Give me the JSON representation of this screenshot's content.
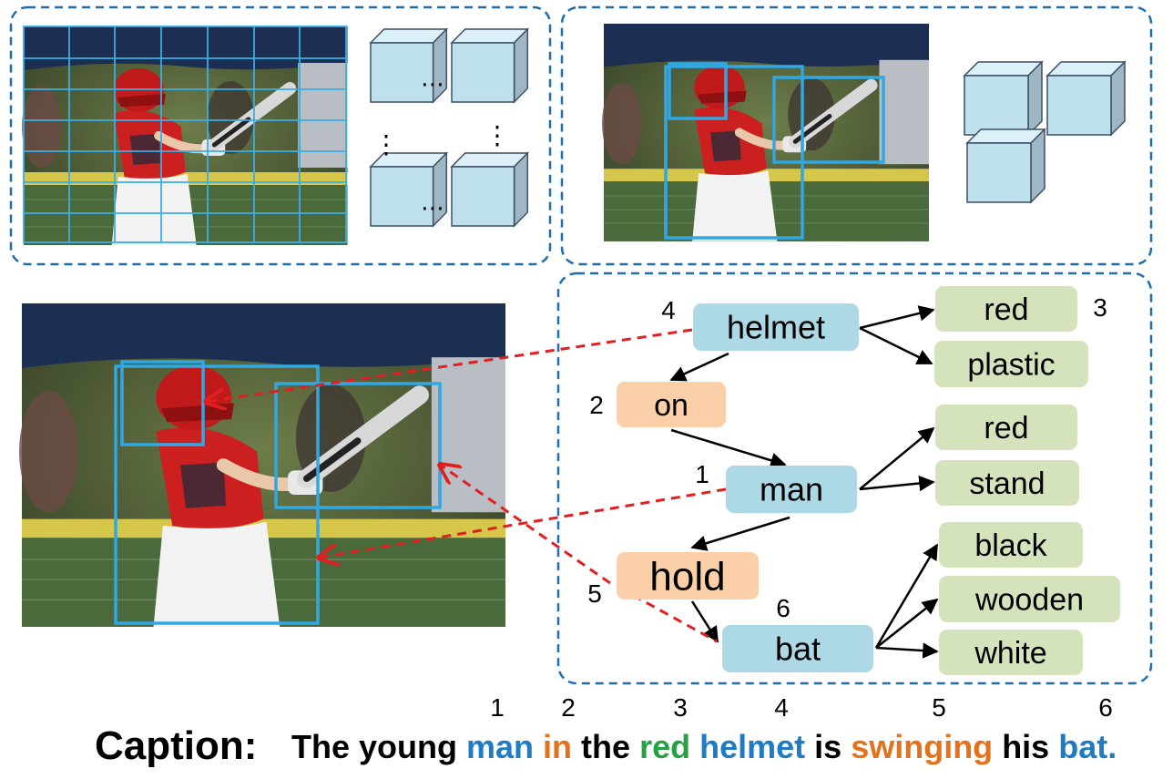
{
  "colors": {
    "panel_border": "#1f6fb0",
    "grid_line": "#3aaee6",
    "box_line": "#2fa8e4",
    "object_node": "#add8e6",
    "relation_node": "#fbcfa8",
    "attribute_node": "#d5e3bd",
    "cube_face": "#bfe1ee",
    "cube_edge": "#3c4e66",
    "dashed_arrow": "#e02020",
    "caption_blue": "#1f7cc4",
    "caption_orange": "#e2731c",
    "caption_green": "#27a143"
  },
  "graph": {
    "objects": [
      {
        "id": "helmet",
        "label": "helmet",
        "index": "4"
      },
      {
        "id": "man",
        "label": "man",
        "index": "1"
      },
      {
        "id": "bat",
        "label": "bat",
        "index": "6"
      }
    ],
    "relations": [
      {
        "id": "on",
        "label": "on",
        "index": "2"
      },
      {
        "id": "hold",
        "label": "hold",
        "index": "5"
      }
    ],
    "attributes": [
      {
        "id": "helmet_red",
        "label": "red",
        "index": "3"
      },
      {
        "id": "helmet_plastic",
        "label": "plastic"
      },
      {
        "id": "man_red",
        "label": "red"
      },
      {
        "id": "man_stand",
        "label": "stand"
      },
      {
        "id": "bat_black",
        "label": "black"
      },
      {
        "id": "bat_wooden",
        "label": "wooden"
      },
      {
        "id": "bat_white",
        "label": "white"
      }
    ],
    "ellipsis": "⋯",
    "vellipsis": "⋮"
  },
  "caption": {
    "label": "Caption:",
    "segments": [
      {
        "text": "The young ",
        "color": "#000000"
      },
      {
        "text": "man",
        "color": "#1f7cc4",
        "index": "1"
      },
      {
        "text": " ",
        "color": "#000000"
      },
      {
        "text": "in",
        "color": "#e2731c",
        "index": "2"
      },
      {
        "text": " the ",
        "color": "#000000"
      },
      {
        "text": "red",
        "color": "#27a143",
        "index": "3"
      },
      {
        "text": " ",
        "color": "#000000"
      },
      {
        "text": "helmet",
        "color": "#1f7cc4",
        "index": "4"
      },
      {
        "text": " is ",
        "color": "#000000"
      },
      {
        "text": "swinging",
        "color": "#e2731c",
        "index": "5"
      },
      {
        "text": " his ",
        "color": "#000000"
      },
      {
        "text": "bat",
        "color": "#1f7cc4",
        "index": "6"
      },
      {
        "text": ".",
        "color": "#1f7cc4"
      }
    ]
  }
}
